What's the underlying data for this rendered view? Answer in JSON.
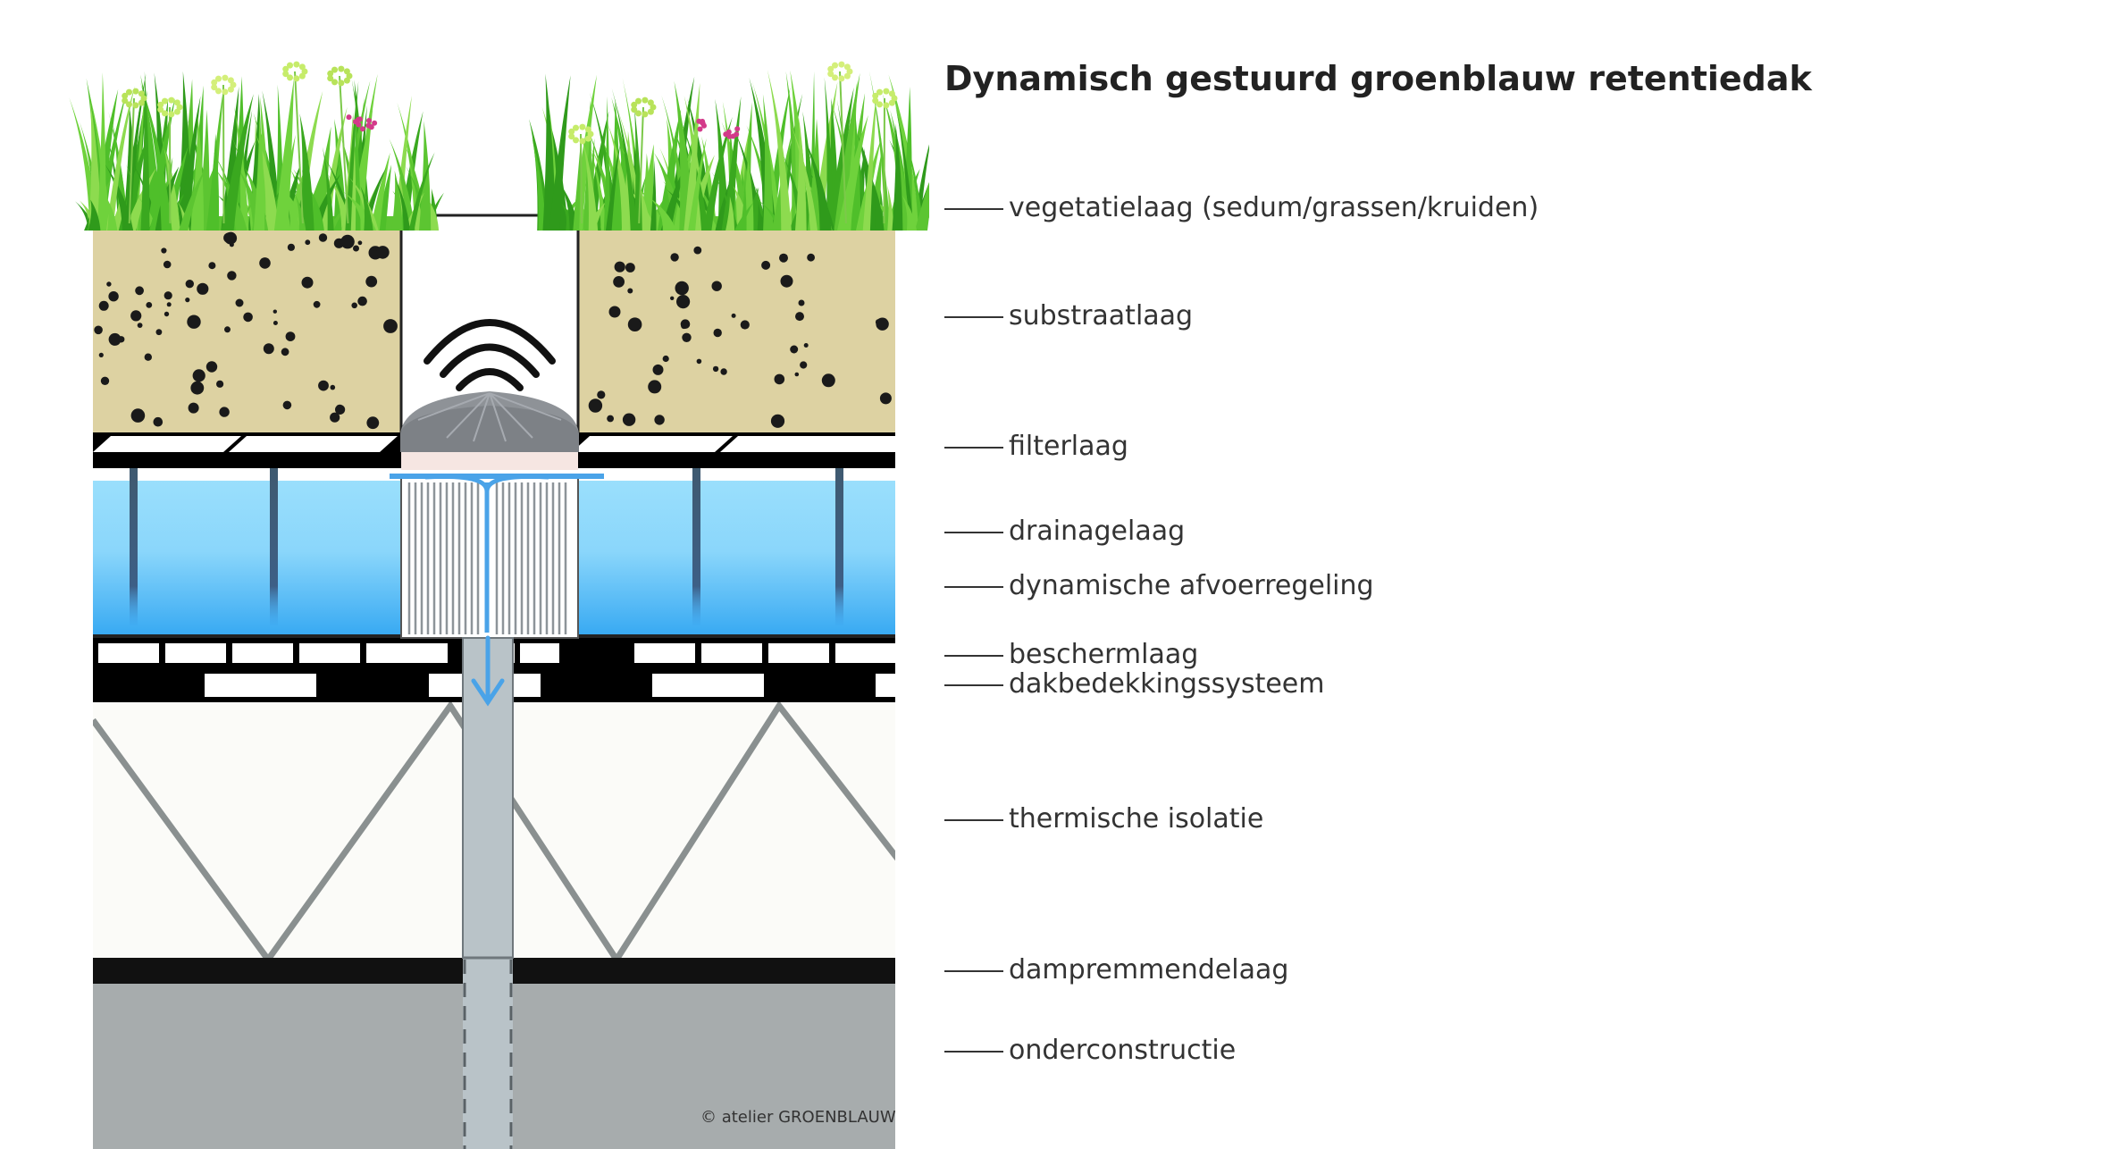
{
  "title": "Dynamisch gestuurd groenblauw retentiedak",
  "layers": [
    {
      "label": "vegetatielaag (sedum/grassen/kruiden)"
    },
    {
      "label": "substraatlaag"
    },
    {
      "label": "filterlaag"
    },
    {
      "label": "drainagelaag"
    },
    {
      "label": "dynamische afvoerregeling"
    },
    {
      "label": "beschermlaag"
    },
    {
      "label": "dakbedekkingssysteem"
    },
    {
      "label": "thermische isolatie"
    },
    {
      "label": "dampremmendelaag"
    },
    {
      "label": "onderconstructie"
    }
  ],
  "copyright": "© atelier GROENBLAUW",
  "colors": {
    "grass": "#5cc531",
    "substrate": "#ddd2a2",
    "water_top": "#93dcfb",
    "water_bottom": "#3aacf3",
    "flow_arrow": "#4aa3e8",
    "pipe": "#b9c3c8",
    "concrete": "#a5aaab",
    "membrane": "#111111"
  },
  "icons": [
    "wireless-signal-icon",
    "flow-arrow-icon"
  ]
}
